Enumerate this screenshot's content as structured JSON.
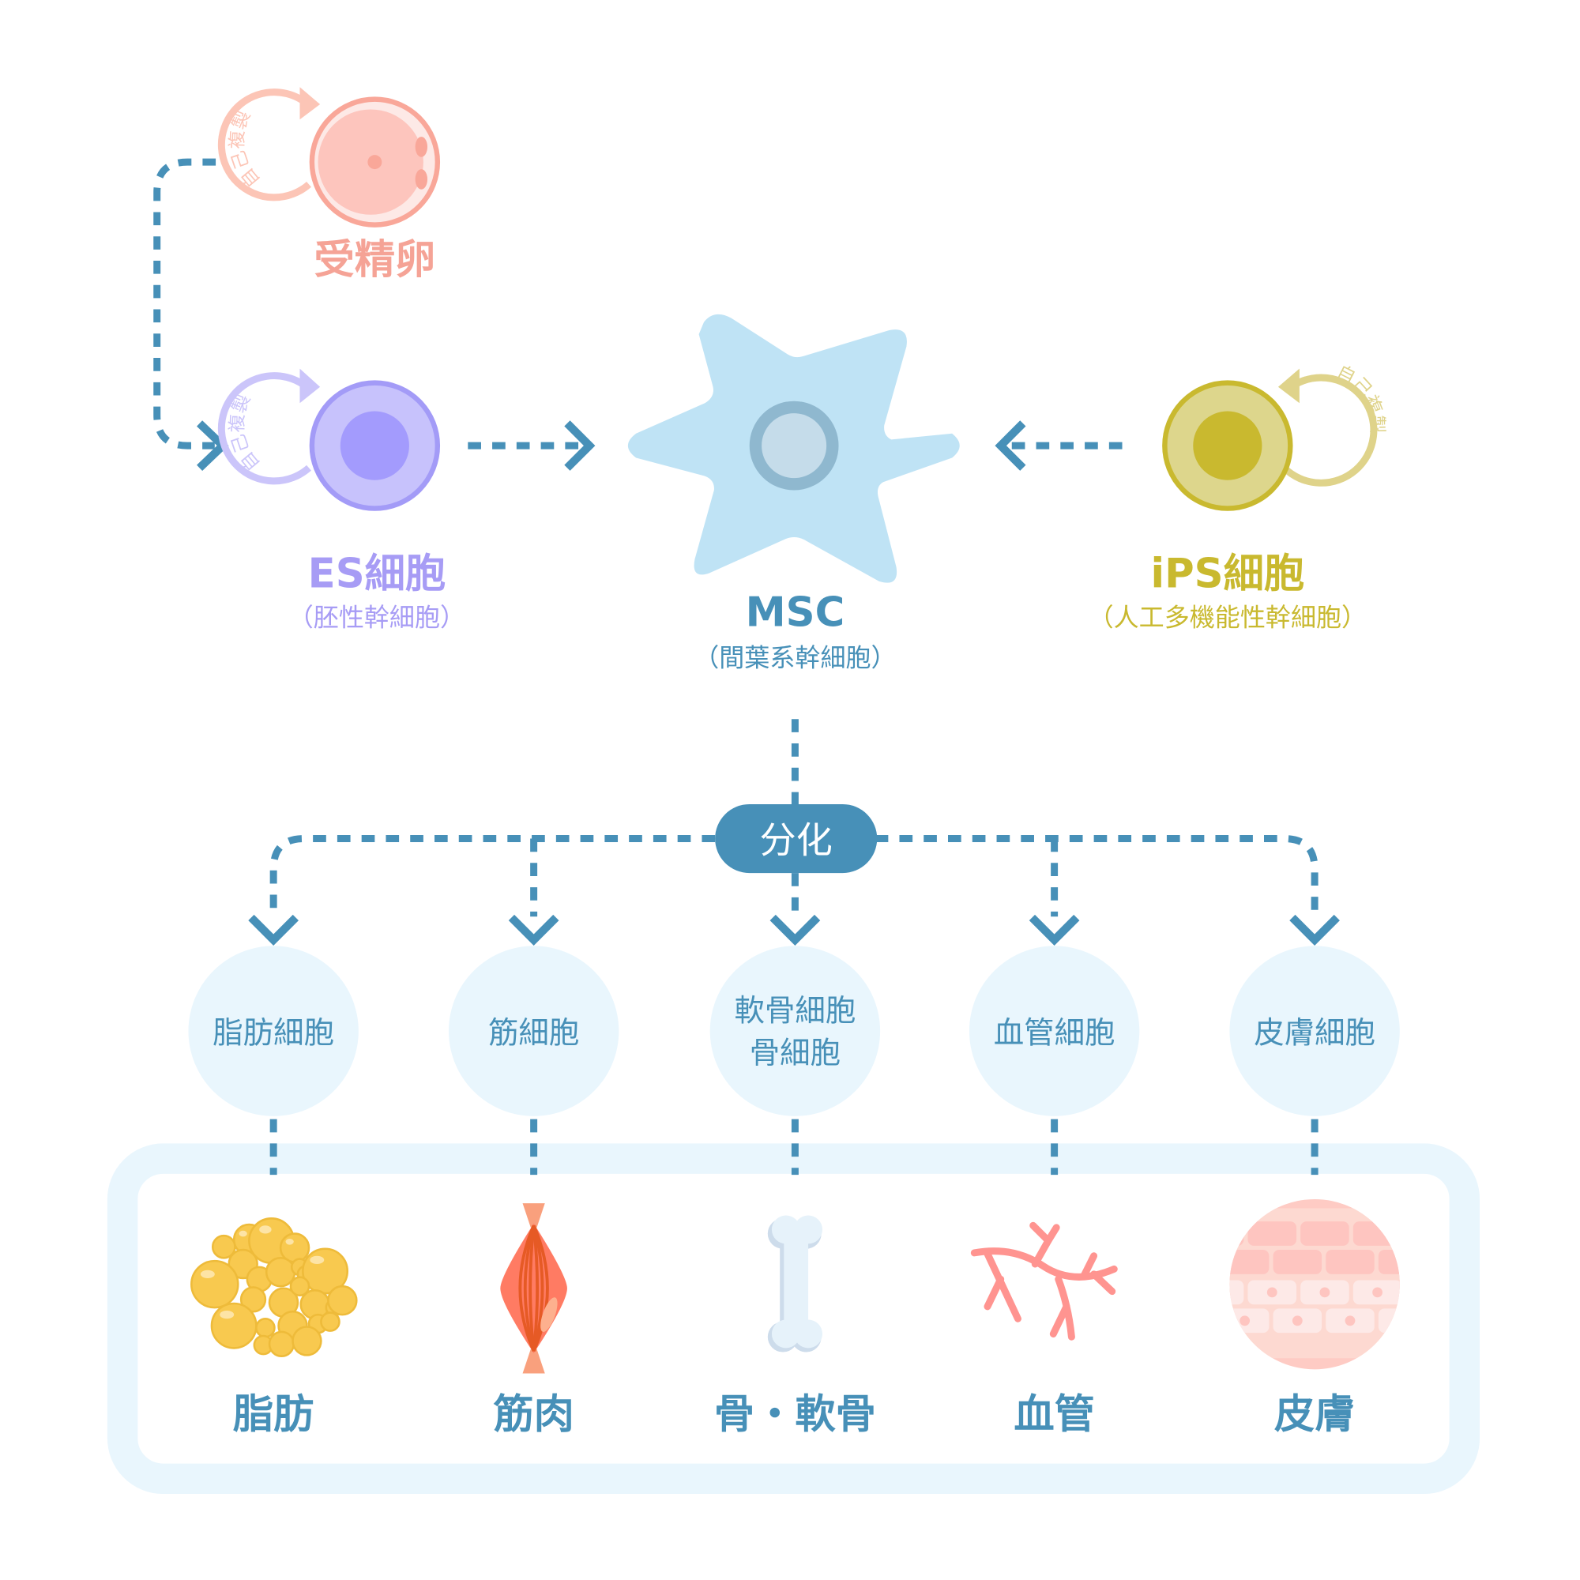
{
  "colors": {
    "connector": "#4790b8",
    "fertilized_egg": "#f5a396",
    "es_cell": "#a79cf5",
    "ips_cell": "#c9b92f",
    "msc_body": "#bfe3f5",
    "msc_nucleus_ring": "#8fb8cf",
    "cell_circle_bg": "#e9f6fd",
    "frame": "#e9f6fd",
    "fat": "#f8c94f",
    "muscle": "#ff7b63",
    "bone": "#e6f2fa",
    "vessel": "#ff9490",
    "skin": "#fecbc4"
  },
  "sources": {
    "fertilized_egg": {
      "label": "受精卵",
      "self_renewal": "自己複製"
    },
    "es_cell": {
      "label": "ES細胞",
      "sublabel": "（胚性幹細胞）",
      "self_renewal": "自己複製"
    },
    "ips_cell": {
      "label": "iPS細胞",
      "sublabel": "（人工多機能性幹細胞）",
      "self_renewal": "自己複製"
    }
  },
  "msc": {
    "label": "MSC",
    "sublabel": "（間葉系幹細胞）"
  },
  "differentiation": {
    "label": "分化"
  },
  "cell_types": [
    {
      "label": "脂肪細胞"
    },
    {
      "label": "筋細胞"
    },
    {
      "line1": "軟骨細胞",
      "line2": "骨細胞"
    },
    {
      "label": "血管細胞"
    },
    {
      "label": "皮膚細胞"
    }
  ],
  "tissues": [
    {
      "label": "脂肪",
      "icon": "fat-globules-icon"
    },
    {
      "label": "筋肉",
      "icon": "muscle-icon"
    },
    {
      "label": "骨・軟骨",
      "icon": "bone-icon"
    },
    {
      "label": "血管",
      "icon": "blood-vessel-icon"
    },
    {
      "label": "皮膚",
      "icon": "skin-layers-icon"
    }
  ]
}
